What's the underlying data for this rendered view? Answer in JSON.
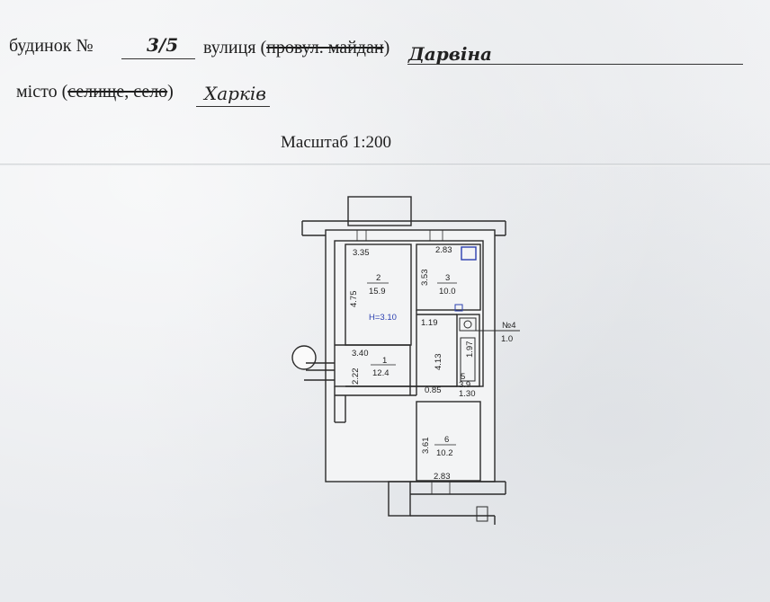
{
  "header": {
    "house_label": "будинок  №",
    "house_number": "3/5",
    "street_label": "вулиця (",
    "street_struck": "провул. майдан",
    "street_close": ")",
    "street_name": "Дарвіна",
    "city_label": "місто (",
    "city_struck": "селище, село",
    "city_close": ")",
    "city_name": "Харків"
  },
  "scale": "Масштаб 1:200",
  "plan": {
    "rooms": [
      {
        "number": "1",
        "area": "12.4"
      },
      {
        "number": "2",
        "area": "15.9"
      },
      {
        "number": "3",
        "area": "10.0"
      },
      {
        "number": "5",
        "area": "3.9"
      },
      {
        "number": "6",
        "area": "10.2"
      }
    ],
    "dimensions": [
      "3.35",
      "2.83",
      "4.75",
      "3.53",
      "1.19",
      "3.40",
      "2.22",
      "4.13",
      "1.97",
      "0.85",
      "3.61",
      "2.83"
    ],
    "height_note": "H=3.10",
    "corridor_label": "№4",
    "corridor_area": "1.0",
    "extra_area": "1.30"
  },
  "colors": {
    "ink": "#222222",
    "blue_ink": "#2b3fb0"
  }
}
